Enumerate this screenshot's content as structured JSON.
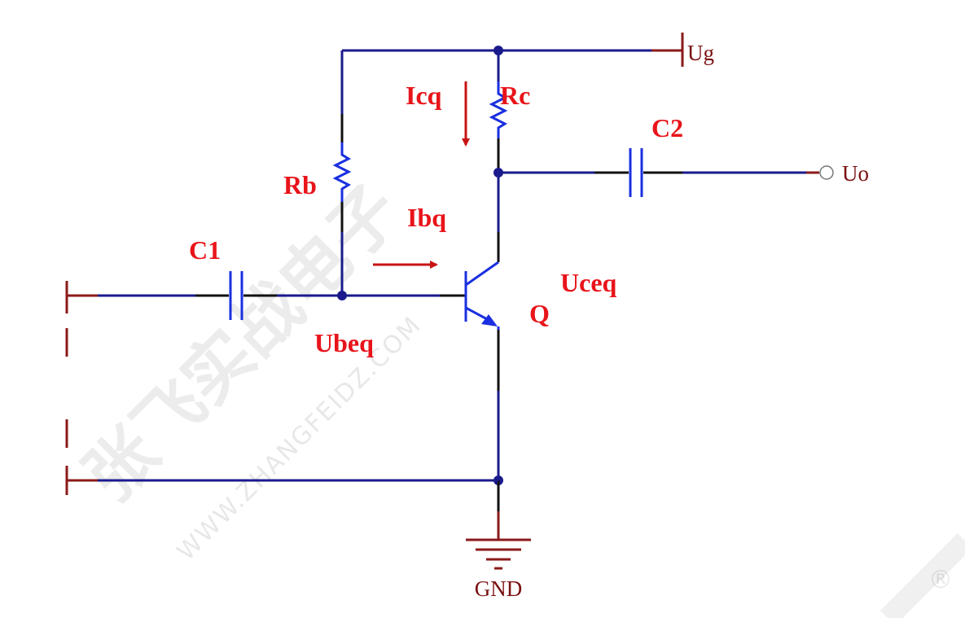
{
  "labels": {
    "ug": "Ug",
    "icq": "Icq",
    "rc": "Rc",
    "c2": "C2",
    "uo": "Uo",
    "rb": "Rb",
    "ibq": "Ibq",
    "c1": "C1",
    "uceq": "Uceq",
    "q": "Q",
    "ubeq": "Ubeq",
    "gnd": "GND"
  },
  "watermark": {
    "cn": "张飞实战电子",
    "url": "WWW.ZHANGFEIDZ.COM",
    "mark": "®"
  },
  "colors": {
    "label_red": "#e8141a",
    "wire_blue": "#1a1a8c",
    "component_blue": "#1a2fe0",
    "pin_dark_red": "#8b1a1a",
    "current_arrow": "#c81414"
  }
}
